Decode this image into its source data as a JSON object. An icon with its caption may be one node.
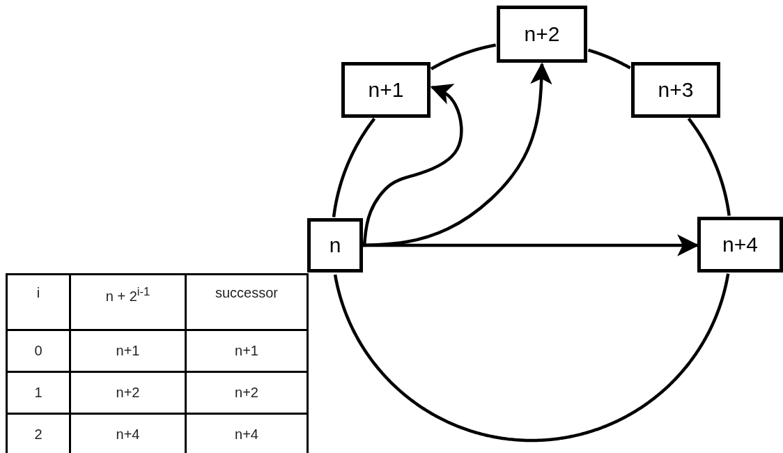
{
  "diagram": {
    "nodes": [
      {
        "text": [
          "n"
        ]
      },
      {
        "text": [
          "n+1"
        ]
      },
      {
        "text": [
          "n+2"
        ]
      },
      {
        "text": [
          "n+3"
        ]
      },
      {
        "text": [
          "n+4"
        ]
      }
    ],
    "edges": [
      {
        "from": 0,
        "to": 1,
        "arrow": "to"
      },
      {
        "from": 0,
        "to": 2,
        "arrow": "to"
      },
      {
        "from": 0,
        "to": 4,
        "arrow": "to"
      },
      {
        "from": 0,
        "to": 1,
        "arrow": "none"
      },
      {
        "from": 1,
        "to": 2,
        "arrow": "none"
      },
      {
        "from": 2,
        "to": 3,
        "arrow": "none"
      },
      {
        "from": 3,
        "to": 4,
        "arrow": "none"
      },
      {
        "from": 4,
        "to": 0,
        "arrow": "none"
      }
    ],
    "labels": [
      "i",
      "n + 2$^{i-1}$",
      "successor",
      "0",
      "n+1",
      "n+1",
      "1",
      "n+2",
      "n+2",
      "2",
      "n+4",
      "n+4"
    ]
  }
}
